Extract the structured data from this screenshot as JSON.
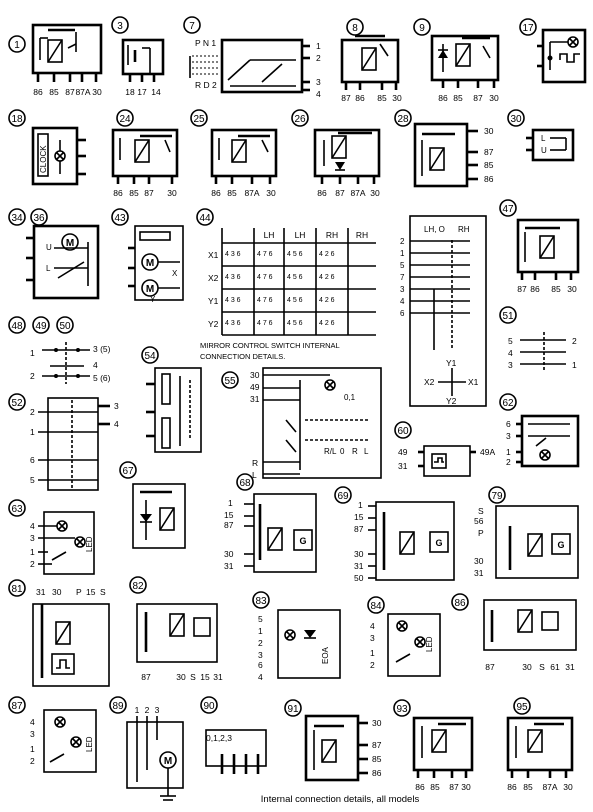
{
  "caption": "Internal connection details, all models",
  "mirror_note": [
    "MIRROR CONTROL SWITCH INTERNAL",
    "CONNECTION DETAILS."
  ],
  "mirror_table": {
    "headers": [
      "LH",
      "LH",
      "RH",
      "RH"
    ],
    "rows": [
      "X1",
      "X2",
      "Y1",
      "Y2"
    ],
    "cell_labels": {
      "X1": [
        "4 3 6",
        "4 7 6",
        "4 5 6",
        "4 2 6"
      ],
      "X2": [
        "4 3 6",
        "4 7 6",
        "4 5 6",
        "4 2 6"
      ],
      "Y1": [
        "4 3 6",
        "4 7 6",
        "4 5 6",
        "4 2 6"
      ],
      "Y2": [
        "4 3 6",
        "4 7 6",
        "4 5 6",
        "4 2 6"
      ]
    }
  },
  "d1": {
    "id": "1",
    "pins": [
      "86",
      "85",
      "87",
      "87A",
      "30"
    ]
  },
  "d3": {
    "id": "3",
    "pins": [
      "18",
      "17",
      "14"
    ]
  },
  "d7": {
    "id": "7",
    "top_label": "P N 1",
    "bottom_label": "R D 2",
    "pins": [
      "1",
      "2",
      "3",
      "4"
    ]
  },
  "d8": {
    "id": "8",
    "pins": [
      "87",
      "86",
      "85",
      "30"
    ]
  },
  "d9": {
    "id": "9",
    "pins": [
      "86",
      "85",
      "87",
      "30"
    ]
  },
  "d17": {
    "id": "17"
  },
  "d18": {
    "id": "18",
    "label": "CLOCK"
  },
  "d24": {
    "id": "24",
    "pins": [
      "86",
      "85",
      "87",
      "30"
    ]
  },
  "d25": {
    "id": "25",
    "pins": [
      "86",
      "85",
      "87A",
      "30"
    ]
  },
  "d26": {
    "id": "26",
    "pins": [
      "86",
      "87",
      "87A",
      "30"
    ]
  },
  "d28": {
    "id": "28",
    "pins": [
      "30",
      "87",
      "85",
      "86"
    ]
  },
  "d30": {
    "id": "30",
    "labels": [
      "L",
      "U"
    ]
  },
  "d34": {
    "id": "34"
  },
  "d36": {
    "id": "36",
    "labels": [
      "U",
      "L",
      "M"
    ]
  },
  "d43": {
    "id": "43",
    "labels": [
      "M",
      "M",
      "X",
      "Y"
    ]
  },
  "d44": {
    "id": "44"
  },
  "d_mirror_sw": {
    "left_pins": [
      "2",
      "1",
      "5",
      "7",
      "3",
      "4",
      "6"
    ],
    "top_labels": [
      "LH, O",
      "RH"
    ],
    "axes": [
      "Y1",
      "X2",
      "X1",
      "Y2"
    ]
  },
  "d47": {
    "id": "47",
    "pins": [
      "87",
      "86",
      "85",
      "30"
    ]
  },
  "d48": {
    "id": "48"
  },
  "d49": {
    "id": "49"
  },
  "d50": {
    "id": "50",
    "left_pins": [
      "1",
      "2"
    ],
    "right_pins": [
      "3 (5)",
      "4",
      "5 (6)"
    ]
  },
  "d51": {
    "id": "51",
    "left_pins": [
      "5",
      "4",
      "3"
    ],
    "right_pins": [
      "2",
      "1"
    ]
  },
  "d52": {
    "id": "52",
    "left_pins": [
      "2",
      "1",
      "6",
      "5"
    ],
    "right_pins": [
      "3",
      "4"
    ]
  },
  "d54": {
    "id": "54"
  },
  "d55": {
    "id": "55",
    "left_pins": [
      "30",
      "49",
      "31",
      "R",
      "L"
    ],
    "labels": [
      "0,1",
      "R/L",
      "0",
      "R",
      "L"
    ]
  },
  "d60": {
    "id": "60",
    "pins": [
      "49",
      "31",
      "49A"
    ]
  },
  "d62": {
    "id": "62",
    "pins": [
      "6",
      "3",
      "1",
      "2"
    ]
  },
  "d63": {
    "id": "63",
    "pins": [
      "4",
      "3",
      "1",
      "2"
    ],
    "label": "LED"
  },
  "d67": {
    "id": "67"
  },
  "d68": {
    "id": "68",
    "pins": [
      "1",
      "15",
      "87",
      "30",
      "31"
    ],
    "label": "G"
  },
  "d69": {
    "id": "69",
    "pins": [
      "1",
      "15",
      "87",
      "30",
      "31",
      "50"
    ],
    "label": "G"
  },
  "d79": {
    "id": "79",
    "pins": [
      "S",
      "56",
      "P",
      "30",
      "31"
    ],
    "label": "G"
  },
  "d81": {
    "id": "81",
    "pins": [
      "31",
      "30",
      "P",
      "15",
      "S"
    ]
  },
  "d82": {
    "id": "82",
    "pins": [
      "87",
      "30",
      "S",
      "15",
      "31"
    ]
  },
  "d83": {
    "id": "83",
    "pins": [
      "5",
      "1",
      "2",
      "3",
      "6",
      "4"
    ],
    "label": "EOA"
  },
  "d84": {
    "id": "84",
    "pins": [
      "4",
      "3",
      "1",
      "2"
    ],
    "label": "LED"
  },
  "d86": {
    "id": "86",
    "pins": [
      "87",
      "30",
      "S",
      "61",
      "31"
    ]
  },
  "d87": {
    "id": "87",
    "pins": [
      "4",
      "3",
      "1",
      "2"
    ],
    "label": "LED"
  },
  "d89": {
    "id": "89",
    "pins": [
      "1",
      "2",
      "3"
    ],
    "label": "M"
  },
  "d90": {
    "id": "90",
    "label": "0,1,2,3"
  },
  "d91": {
    "id": "91",
    "pins": [
      "30",
      "87",
      "85",
      "86"
    ]
  },
  "d93": {
    "id": "93",
    "pins": [
      "86",
      "85",
      "87",
      "30"
    ]
  },
  "d95": {
    "id": "95",
    "pins": [
      "86",
      "85",
      "87A",
      "30"
    ]
  }
}
